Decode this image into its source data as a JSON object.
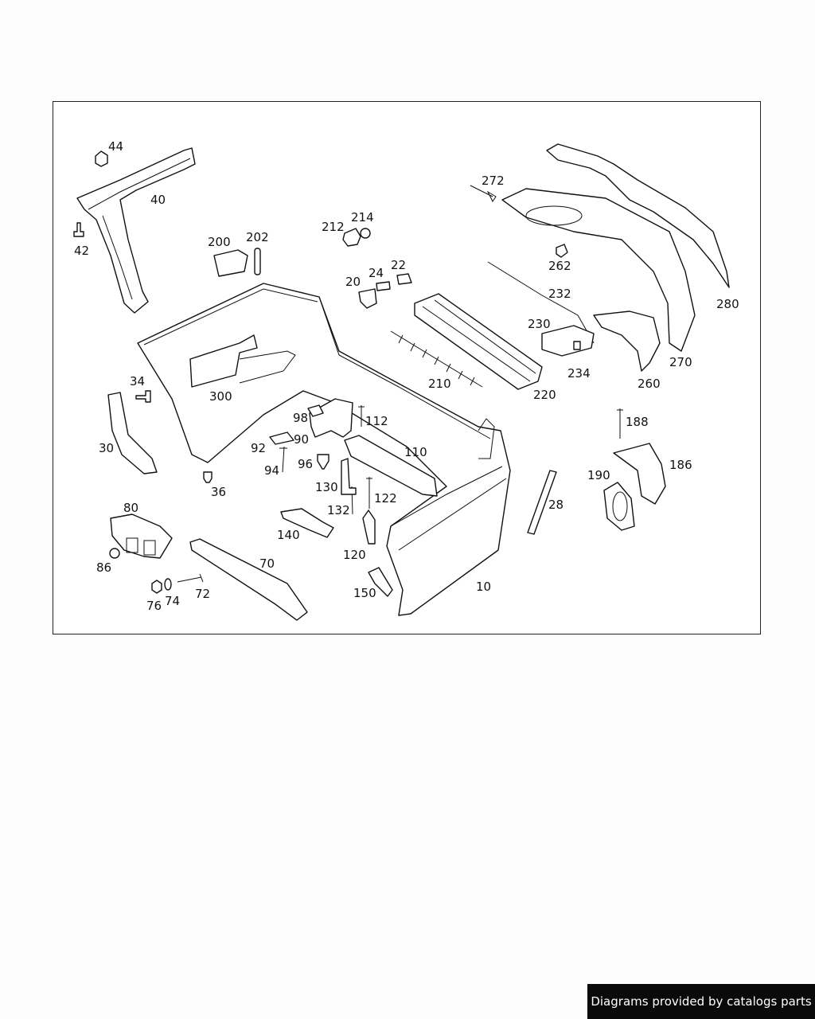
{
  "callouts": [
    {
      "id": "p44",
      "text": "44"
    },
    {
      "id": "p40",
      "text": "40"
    },
    {
      "id": "p42",
      "text": "42"
    },
    {
      "id": "p200",
      "text": "200"
    },
    {
      "id": "p202",
      "text": "202"
    },
    {
      "id": "p212",
      "text": "212"
    },
    {
      "id": "p214",
      "text": "214"
    },
    {
      "id": "p272",
      "text": "272"
    },
    {
      "id": "p24",
      "text": "24"
    },
    {
      "id": "p22",
      "text": "22"
    },
    {
      "id": "p20",
      "text": "20"
    },
    {
      "id": "p262",
      "text": "262"
    },
    {
      "id": "p232",
      "text": "232"
    },
    {
      "id": "p280",
      "text": "280"
    },
    {
      "id": "p230",
      "text": "230"
    },
    {
      "id": "p270",
      "text": "270"
    },
    {
      "id": "p234",
      "text": "234"
    },
    {
      "id": "p210",
      "text": "210"
    },
    {
      "id": "p220",
      "text": "220"
    },
    {
      "id": "p260",
      "text": "260"
    },
    {
      "id": "p300",
      "text": "300"
    },
    {
      "id": "p34",
      "text": "34"
    },
    {
      "id": "p98",
      "text": "98"
    },
    {
      "id": "p112",
      "text": "112"
    },
    {
      "id": "p188",
      "text": "188"
    },
    {
      "id": "p90",
      "text": "90"
    },
    {
      "id": "p30",
      "text": "30"
    },
    {
      "id": "p92",
      "text": "92"
    },
    {
      "id": "p110",
      "text": "110"
    },
    {
      "id": "p96",
      "text": "96"
    },
    {
      "id": "p94",
      "text": "94"
    },
    {
      "id": "p186",
      "text": "186"
    },
    {
      "id": "p36",
      "text": "36"
    },
    {
      "id": "p130",
      "text": "130"
    },
    {
      "id": "p190",
      "text": "190"
    },
    {
      "id": "p122",
      "text": "122"
    },
    {
      "id": "p28",
      "text": "28"
    },
    {
      "id": "p80",
      "text": "80"
    },
    {
      "id": "p132",
      "text": "132"
    },
    {
      "id": "p140",
      "text": "140"
    },
    {
      "id": "p120",
      "text": "120"
    },
    {
      "id": "p70",
      "text": "70"
    },
    {
      "id": "p86",
      "text": "86"
    },
    {
      "id": "p72",
      "text": "72"
    },
    {
      "id": "p76",
      "text": "76"
    },
    {
      "id": "p74",
      "text": "74"
    },
    {
      "id": "p150",
      "text": "150"
    },
    {
      "id": "p10",
      "text": "10"
    }
  ],
  "credit": "Diagrams provided by catalogs parts"
}
